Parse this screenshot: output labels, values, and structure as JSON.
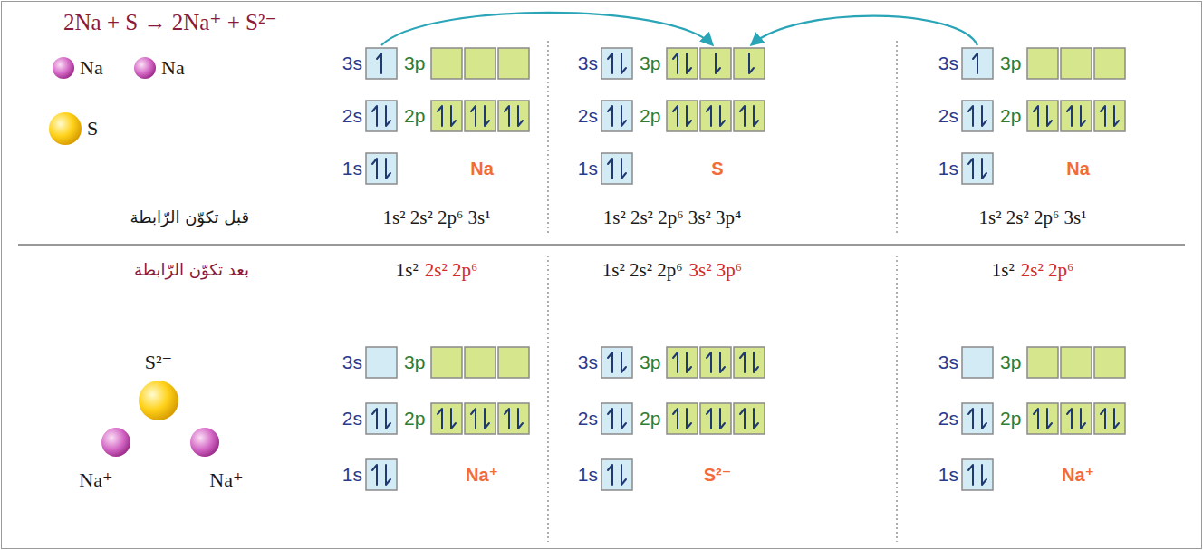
{
  "diagram": {
    "labels": [
      "2Na + S → 2Na⁺ + S²⁻",
      "Na",
      "Na",
      "S",
      "3s",
      "3p",
      "2s",
      "2p",
      "1s",
      "Na",
      "3s",
      "3p",
      "2s",
      "2p",
      "1s",
      "S",
      "3s",
      "3p",
      "2s",
      "2p",
      "1s",
      "Na",
      "قبل تكوّن الرّابطة",
      "1s² 2s² 2p⁶ 3s¹",
      "1s² 2s² 2p⁶ 3s² 3p⁴",
      "1s² 2s² 2p⁶ 3s¹",
      "بعد تكوّن الرّابطة",
      "1s²",
      "2s² 2p⁶",
      "1s² 2s² 2p⁶",
      "3s² 3p⁶",
      "1s²",
      "2s² 2p⁶",
      "S²⁻",
      "Na⁺",
      "Na⁺",
      "3s",
      "3p",
      "2s",
      "2p",
      "1s",
      "Na⁺",
      "3s",
      "3p",
      "2s",
      "2p",
      "1s",
      "S²⁻",
      "3s",
      "3p",
      "2s",
      "2p",
      "1s",
      "Na⁺"
    ]
  }
}
